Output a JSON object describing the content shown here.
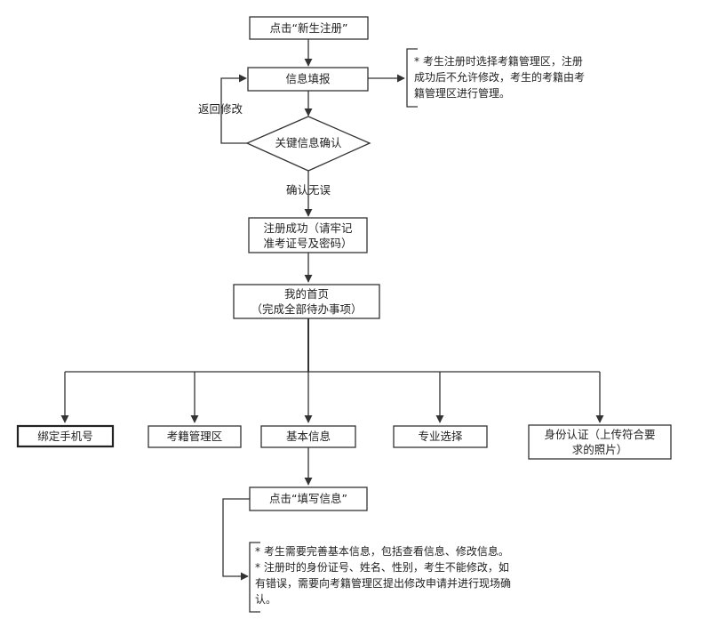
{
  "nodes": {
    "start": "点击“新生注册”",
    "fill_info": "信息填报",
    "confirm": "关键信息确认",
    "success_line1": "注册成功（请牢记",
    "success_line2": "准考证号及密码）",
    "home_line1": "我的首页",
    "home_line2": "（完成全部待办事项）",
    "bind_phone": "绑定手机号",
    "exam_region": "考籍管理区",
    "basic_info": "基本信息",
    "major": "专业选择",
    "id_verify_line1": "身份认证（上传符合要",
    "id_verify_line2": "求的照片）",
    "click_fill": "点击“填写信息”"
  },
  "edges": {
    "return_edit": "返回修改",
    "confirmed": "确认无误"
  },
  "notes": {
    "region_note": [
      "* 考生注册时选择考籍管理区，注册",
      "成功后不允许修改，考生的考籍由考",
      "籍管理区进行管理。"
    ],
    "info_note": [
      "* 考生需要完善基本信息，包括查看信息、修改信息。",
      "* 注册时的身份证号、姓名、性别，考生不能修改，如",
      "有错误，需要向考籍管理区提出修改申请并进行现场确",
      "认。"
    ]
  }
}
